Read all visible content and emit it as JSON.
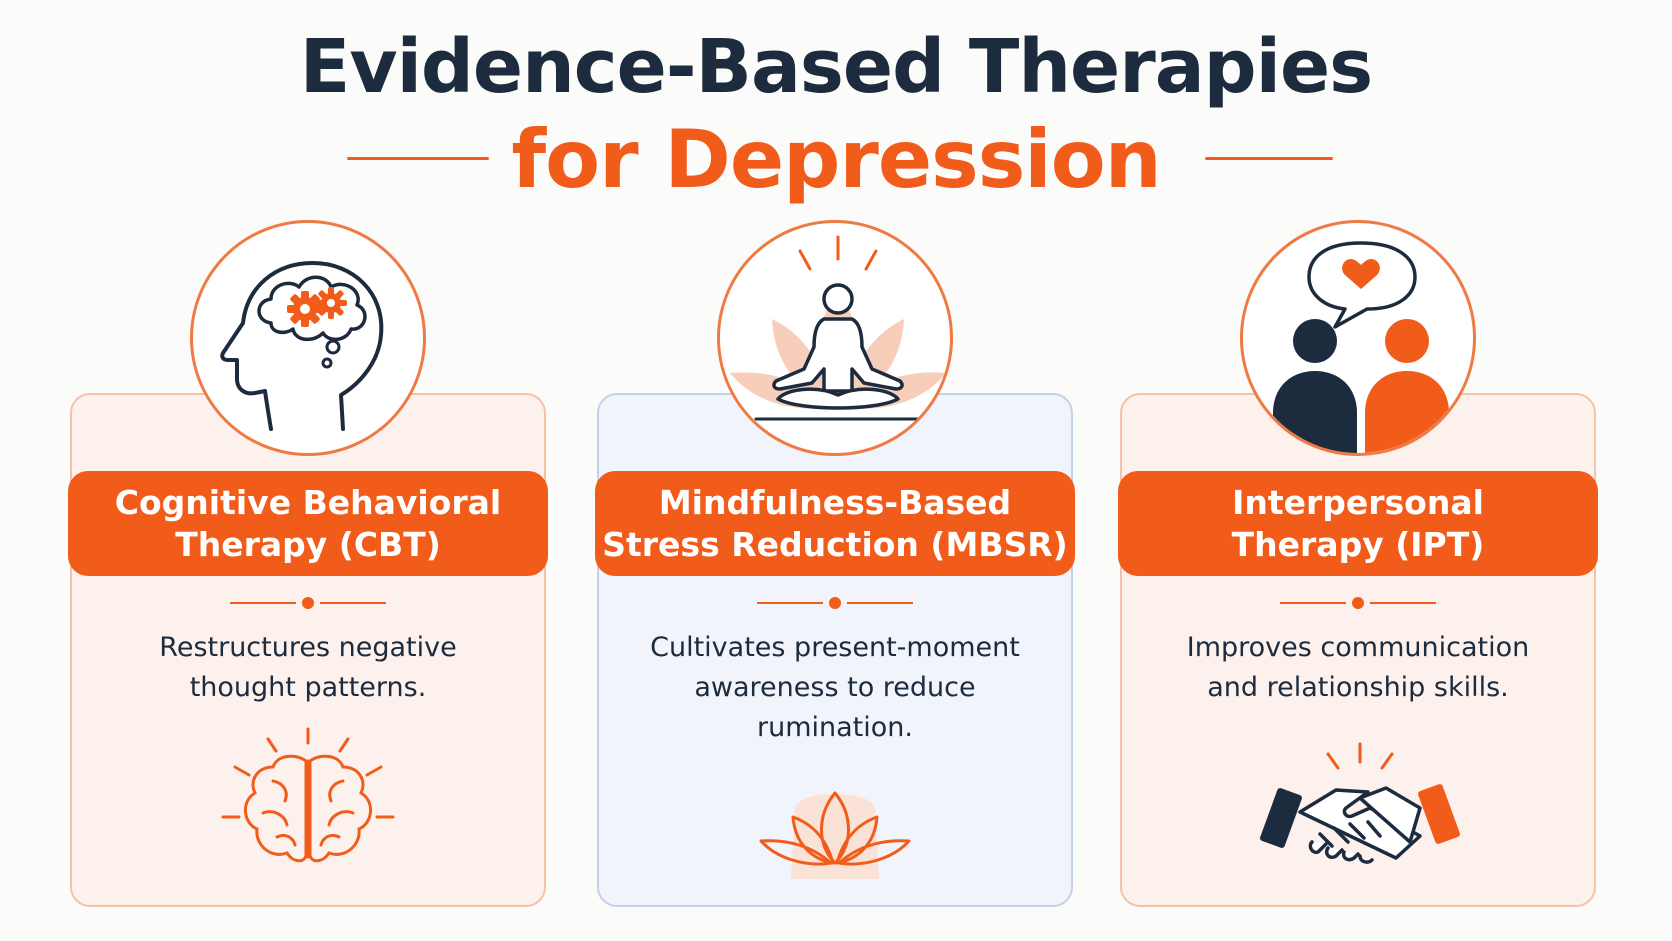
{
  "title": {
    "line1": "Evidence-Based Therapies",
    "line2": "for Depression"
  },
  "colors": {
    "accent": "#f25c1b",
    "navy": "#1c2b3d",
    "card_orange_bg": "#fcf1ec",
    "card_blue_bg": "#f1f4fa"
  },
  "therapies": [
    {
      "name_line1": "Cognitive Behavioral",
      "name_line2": "Therapy (CBT)",
      "desc_lines": [
        "Restructures negative",
        "thought patterns."
      ],
      "top_icon": "head-gears-icon",
      "bottom_icon": "brain-icon"
    },
    {
      "name_line1": "Mindfulness-Based",
      "name_line2": "Stress Reduction (MBSR)",
      "desc_lines": [
        "Cultivates present-moment",
        "awareness to reduce",
        "rumination."
      ],
      "top_icon": "meditation-figure-icon",
      "bottom_icon": "lotus-icon"
    },
    {
      "name_line1": "Interpersonal",
      "name_line2": "Therapy (IPT)",
      "desc_lines": [
        "Improves communication",
        "and relationship skills."
      ],
      "top_icon": "two-people-talking-icon",
      "bottom_icon": "handshake-icon"
    }
  ]
}
